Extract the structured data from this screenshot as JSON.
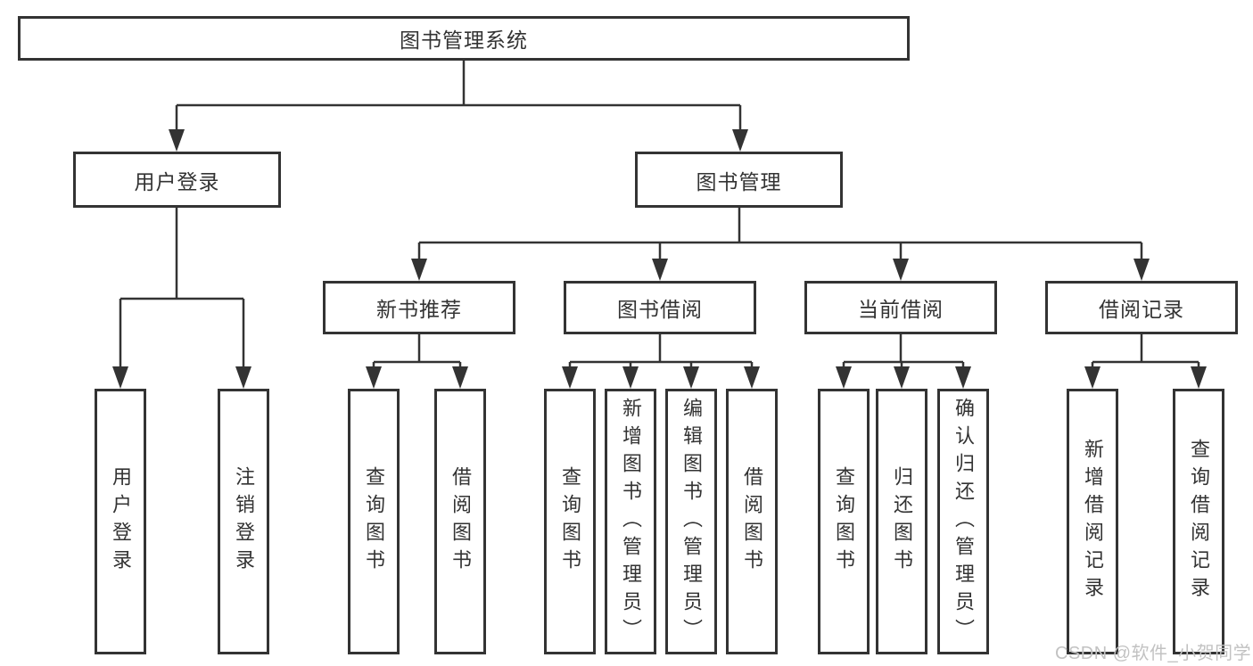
{
  "tree": {
    "label": "图书管理系统",
    "children": [
      {
        "label": "用户登录",
        "children": [
          {
            "label": "用户登录"
          },
          {
            "label": "注销登录"
          }
        ]
      },
      {
        "label": "图书管理",
        "children": [
          {
            "label": "新书推荐",
            "children": [
              {
                "label": "查询图书"
              },
              {
                "label": "借阅图书"
              }
            ]
          },
          {
            "label": "图书借阅",
            "children": [
              {
                "label": "查询图书"
              },
              {
                "label": "新增图书（管理员）"
              },
              {
                "label": "编辑图书（管理员）"
              },
              {
                "label": "借阅图书"
              }
            ]
          },
          {
            "label": "当前借阅",
            "children": [
              {
                "label": "查询图书"
              },
              {
                "label": "归还图书"
              },
              {
                "label": "确认归还（管理员）"
              }
            ]
          },
          {
            "label": "借阅记录",
            "children": [
              {
                "label": "新增借阅记录"
              },
              {
                "label": "查询借阅记录"
              }
            ]
          }
        ]
      }
    ]
  },
  "watermark": "CSDN @软件_小贺同学",
  "colors": {
    "line": "#333333",
    "box_border": "#333333",
    "box_fill": "#ffffff",
    "watermark": "#c2c2c2"
  }
}
